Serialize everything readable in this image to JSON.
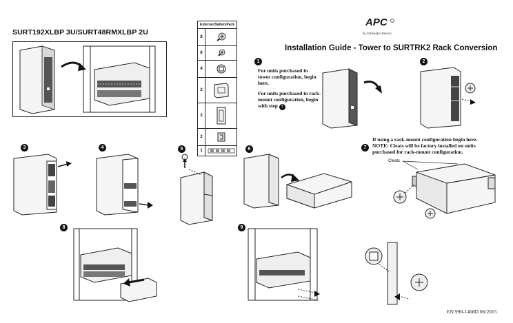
{
  "header": {
    "model_line": "SURT192XLBP 3U/SURT48RMXLBP 2U",
    "brand": "APC",
    "brand_sub": "by Schneider Electric",
    "title": "Installation Guide - Tower to SURTRK2 Rack Conversion"
  },
  "battery_pack": {
    "heading": "External BatteryPack",
    "rows": [
      {
        "qty": "8",
        "icon": "screw-phillips-icon"
      },
      {
        "qty": "8",
        "icon": "screw-small-icon"
      },
      {
        "qty": "4",
        "icon": "cage-nut-icon"
      },
      {
        "qty": "2",
        "icon": "mounting-bracket-icon"
      },
      {
        "qty": "2",
        "icon": "cleat-plate-icon"
      },
      {
        "qty": "2",
        "icon": "handle-clip-icon"
      },
      {
        "qty": "1",
        "icon": "connector-strip-icon"
      }
    ]
  },
  "step1": {
    "number": "1",
    "text_a": "For units purchased in tower configuration, begin here.",
    "text_b": "For units purchased in rack-mount configuration, begin with step",
    "ref": "7"
  },
  "steps": {
    "s2": "2",
    "s3": "3",
    "s4": "4",
    "s5": "5",
    "s6": "6",
    "s7": "7",
    "s8": "8",
    "s9": "9"
  },
  "step7": {
    "text": "If using a rack-mount configuration begin here. NOTE: Cleats will be factory installed on units purchased for rack-mount configuration.",
    "cleats_label": "Cleats"
  },
  "footer": {
    "doc_id": "EN 990-1408D  06/2015"
  }
}
